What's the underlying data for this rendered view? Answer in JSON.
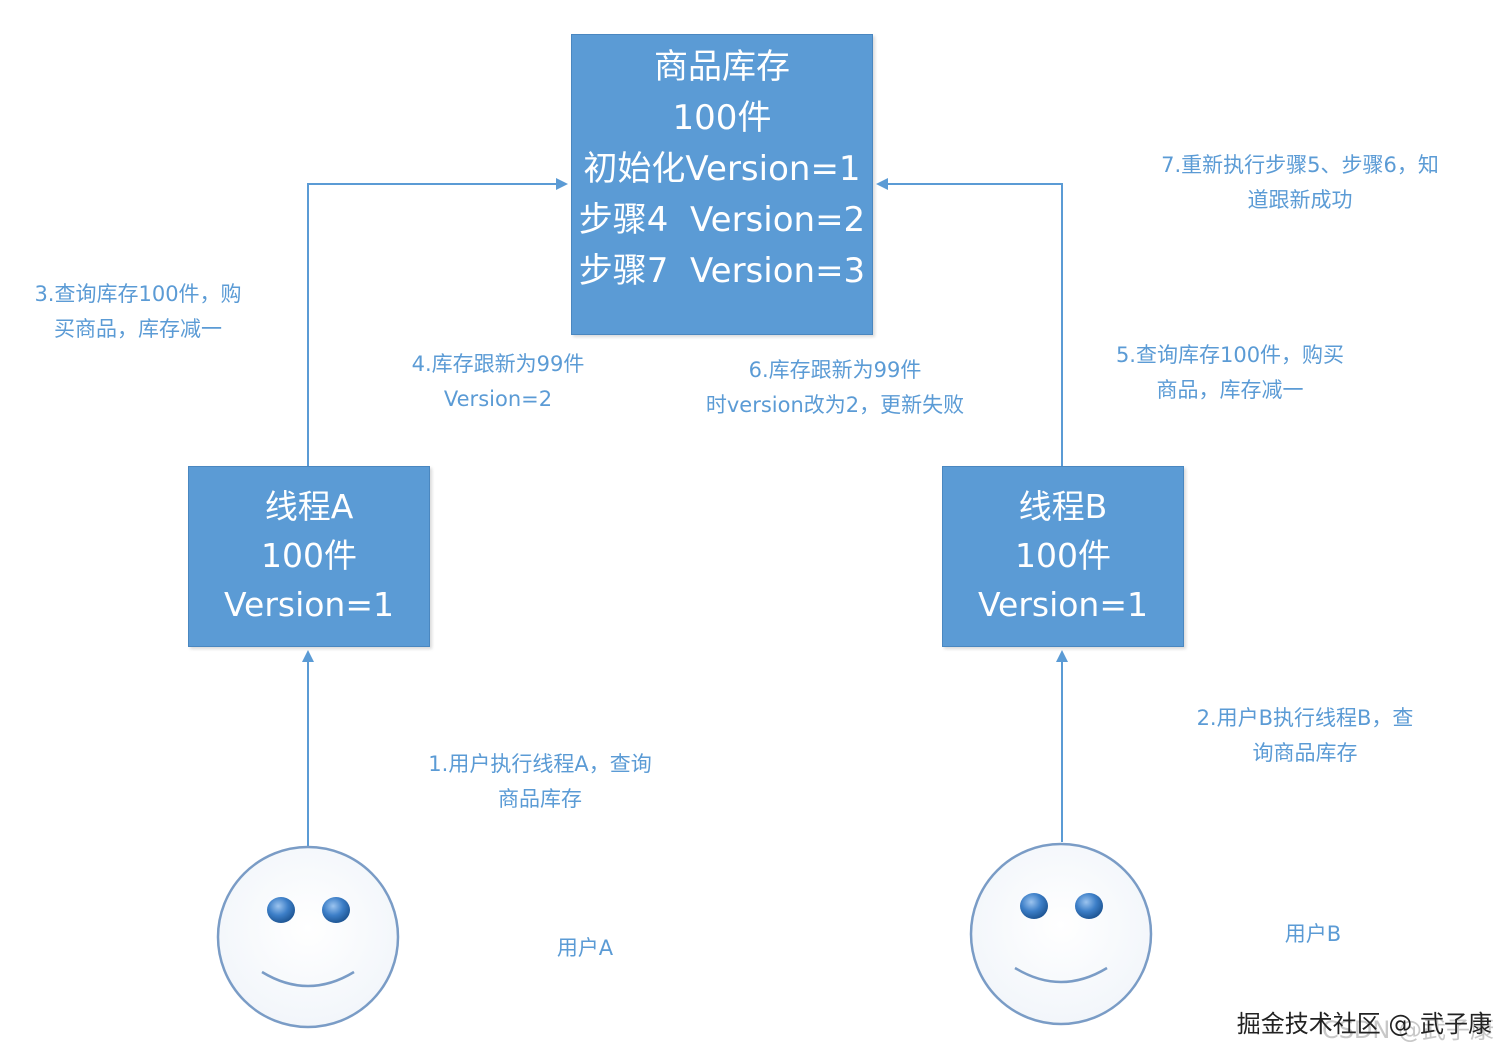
{
  "colors": {
    "box_fill": "#5b9bd5",
    "box_text": "#ffffff",
    "label_text": "#5b9bd5",
    "arrow": "#5b9bd5",
    "face_stroke": "#7a9cc6",
    "eye": "#2f6fb5"
  },
  "inventory_box": {
    "line1": "商品库存",
    "line2": "100件",
    "line3": "初始化Version=1",
    "line4": "步骤4  Version=2",
    "line5": "步骤7  Version=3"
  },
  "thread_a_box": {
    "line1": "线程A",
    "line2": "100件",
    "line3": "Version=1"
  },
  "thread_b_box": {
    "line1": "线程B",
    "line2": "100件",
    "line3": "Version=1"
  },
  "labels": {
    "step1": [
      "1.用户执行线程A，查询",
      "商品库存"
    ],
    "step2": [
      "2.用户B执行线程B，查",
      "询商品库存"
    ],
    "step3": [
      "3.查询库存100件，购",
      "买商品，库存减一"
    ],
    "step4": [
      "4.库存跟新为99件",
      "Version=2"
    ],
    "step5": [
      "5.查询库存100件，购买",
      "商品，库存减一"
    ],
    "step6": [
      "6.库存跟新为99件",
      "时version改为2，更新失败"
    ],
    "step7": [
      "7.重新执行步骤5、步骤6，知",
      "道跟新成功"
    ],
    "user_a": "用户A",
    "user_b": "用户B"
  },
  "icons": {
    "user_a": "smiley-face-icon",
    "user_b": "smiley-face-icon"
  },
  "watermark": {
    "main": "掘金技术社区 @ 武子康",
    "sub": "CSDN @武子康"
  }
}
